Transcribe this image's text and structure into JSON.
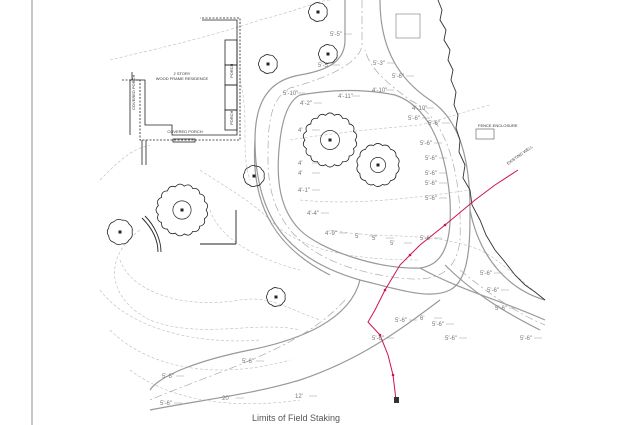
{
  "drawing": {
    "house_label_1": "2 STORY",
    "house_label_2": "WOOD FRAME RESIDENCE",
    "covered_porch": "COVERED PORCH",
    "porch": "PORCH",
    "fence_enclosure": "FENCE ENCLOSURE",
    "existing_well": "EXISTING WELL",
    "limits_note": "Limits of Field Staking",
    "dims": [
      "5'-5\"",
      "5'-5\"",
      "5'-10\"",
      "4'-2\"",
      "4'-11\"",
      "4'-10\"",
      "4'-10\"",
      "5'-3\"",
      "5'-6\"",
      "5'-6\"",
      "5'-6\"",
      "4'",
      "4'",
      "4'",
      "4'-1\"",
      "4'-4\"",
      "4'-9\"",
      "5'",
      "5'",
      "5'",
      "5'-6\"",
      "5'-6\"",
      "5'-6\"",
      "5'-6\"",
      "5'-6\"",
      "5'-6\"",
      "5'-6\"",
      "5'-6\"",
      "5'-6\"",
      "5'-6\"",
      "5'-6\"",
      "5'-6\"",
      "5'-6\"",
      "5'-6\"",
      "5'-6\"",
      "5'-6\"",
      "5'-6\"",
      "20'",
      "12'",
      "6'"
    ],
    "colors": {
      "line": "#8a8a8a",
      "utility": "#d0105a",
      "ink": "#222222"
    }
  }
}
